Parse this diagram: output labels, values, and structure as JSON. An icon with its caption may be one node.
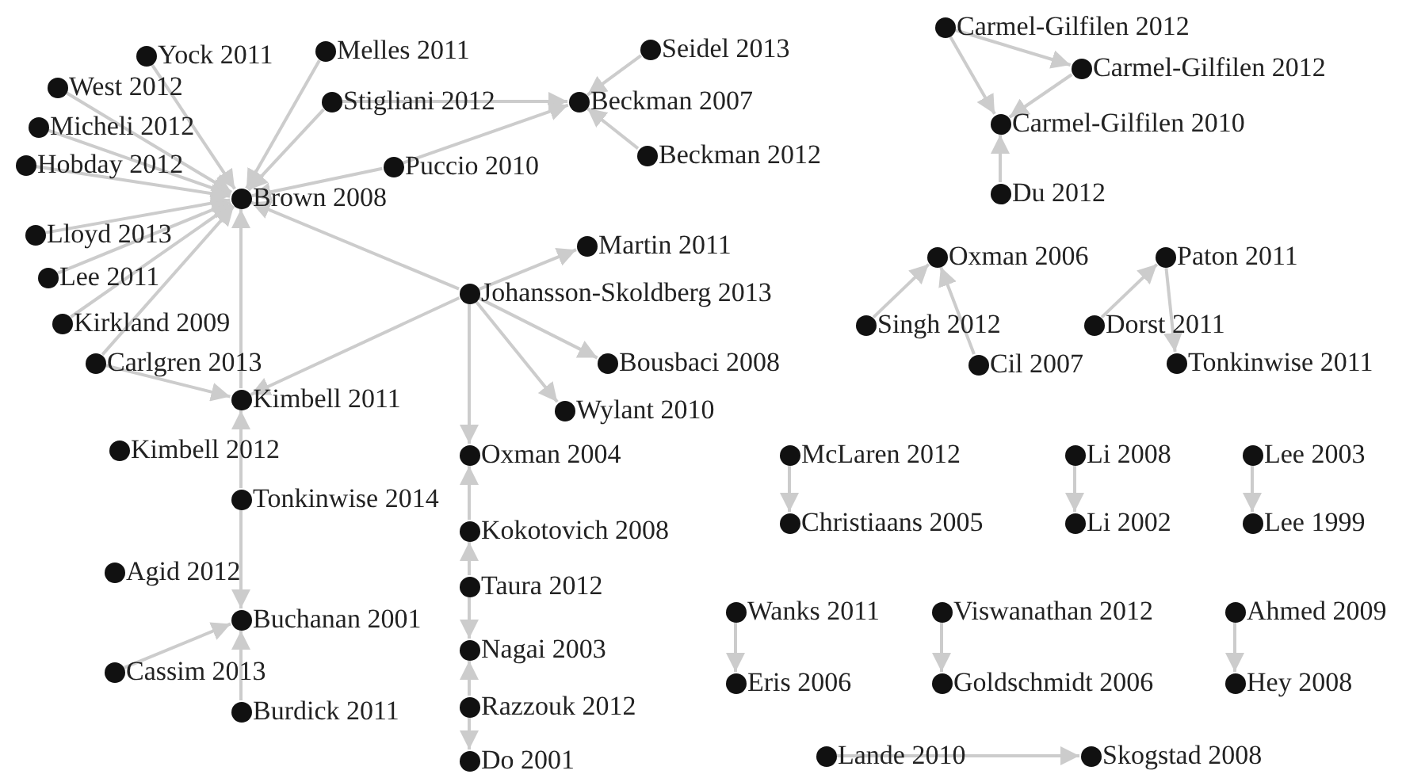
{
  "diagram": {
    "nodes": [
      {
        "text": [
          "Yock 2011"
        ]
      },
      {
        "text": [
          "Melles 2011"
        ]
      },
      {
        "text": [
          "West 2012"
        ]
      },
      {
        "text": [
          "Stigliani 2012"
        ]
      },
      {
        "text": [
          "Seidel 2013"
        ]
      },
      {
        "text": [
          "Beckman 2007"
        ]
      },
      {
        "text": [
          "Micheli 2012"
        ]
      },
      {
        "text": [
          "Hobday 2012"
        ]
      },
      {
        "text": [
          "Puccio 2010"
        ]
      },
      {
        "text": [
          "Beckman 2012"
        ]
      },
      {
        "text": [
          "Brown 2008"
        ]
      },
      {
        "text": [
          "Lloyd 2013"
        ]
      },
      {
        "text": [
          "Lee 2011"
        ]
      },
      {
        "text": [
          "Kirkland 2009"
        ]
      },
      {
        "text": [
          "Carlgren 2013"
        ]
      },
      {
        "text": [
          "Kimbell 2011"
        ]
      },
      {
        "text": [
          "Johansson-Skoldberg 2013"
        ]
      },
      {
        "text": [
          "Martin 2011"
        ]
      },
      {
        "text": [
          "Bousbaci 2008"
        ]
      },
      {
        "text": [
          "Wylant 2010"
        ]
      },
      {
        "text": [
          "Kimbell 2012"
        ]
      },
      {
        "text": [
          "Oxman 2004"
        ]
      },
      {
        "text": [
          "Tonkinwise 2014"
        ]
      },
      {
        "text": [
          "Kokotovich 2008"
        ]
      },
      {
        "text": [
          "Agid 2012"
        ]
      },
      {
        "text": [
          "Taura 2012"
        ]
      },
      {
        "text": [
          "Buchanan 2001"
        ]
      },
      {
        "text": [
          "Nagai 2003"
        ]
      },
      {
        "text": [
          "Cassim 2013"
        ]
      },
      {
        "text": [
          "Razzouk 2012"
        ]
      },
      {
        "text": [
          "Burdick 2011"
        ]
      },
      {
        "text": [
          "Do 2001"
        ]
      },
      {
        "text": [
          "Carmel-Gilfilen 2012"
        ]
      },
      {
        "text": [
          "Carmel-Gilfilen 2012"
        ]
      },
      {
        "text": [
          "Carmel-Gilfilen 2010"
        ]
      },
      {
        "text": [
          "Du 2012"
        ]
      },
      {
        "text": [
          "Oxman 2006"
        ]
      },
      {
        "text": [
          "Paton 2011"
        ]
      },
      {
        "text": [
          "Singh 2012"
        ]
      },
      {
        "text": [
          "Dorst 2011"
        ]
      },
      {
        "text": [
          "Cil 2007"
        ]
      },
      {
        "text": [
          "Tonkinwise 2011"
        ]
      },
      {
        "text": [
          "McLaren 2012"
        ]
      },
      {
        "text": [
          "Li 2008"
        ]
      },
      {
        "text": [
          "Lee 2003"
        ]
      },
      {
        "text": [
          "Christiaans 2005"
        ]
      },
      {
        "text": [
          "Li 2002"
        ]
      },
      {
        "text": [
          "Lee 1999"
        ]
      },
      {
        "text": [
          "Wanks 2011"
        ]
      },
      {
        "text": [
          "Viswanathan 2012"
        ]
      },
      {
        "text": [
          "Ahmed 2009"
        ]
      },
      {
        "text": [
          "Eris 2006"
        ]
      },
      {
        "text": [
          "Goldschmidt 2006"
        ]
      },
      {
        "text": [
          "Hey 2008"
        ]
      },
      {
        "text": [
          "Lande 2010"
        ]
      },
      {
        "text": [
          "Skogstad 2008"
        ]
      }
    ],
    "edges": [
      {
        "from": 0,
        "to": 10,
        "arrow": "to"
      },
      {
        "from": 1,
        "to": 10,
        "arrow": "to"
      },
      {
        "from": 2,
        "to": 10,
        "arrow": "to"
      },
      {
        "from": 3,
        "to": 10,
        "arrow": "to"
      },
      {
        "from": 6,
        "to": 10,
        "arrow": "to"
      },
      {
        "from": 7,
        "to": 10,
        "arrow": "to"
      },
      {
        "from": 8,
        "to": 10,
        "arrow": "to"
      },
      {
        "from": 11,
        "to": 10,
        "arrow": "to"
      },
      {
        "from": 12,
        "to": 10,
        "arrow": "to"
      },
      {
        "from": 13,
        "to": 10,
        "arrow": "to"
      },
      {
        "from": 14,
        "to": 10,
        "arrow": "to"
      },
      {
        "from": 15,
        "to": 10,
        "arrow": "to"
      },
      {
        "from": 16,
        "to": 10,
        "arrow": "to"
      },
      {
        "from": 3,
        "to": 5,
        "arrow": "to"
      },
      {
        "from": 8,
        "to": 5,
        "arrow": "to"
      },
      {
        "from": 4,
        "to": 5,
        "arrow": "to"
      },
      {
        "from": 9,
        "to": 5,
        "arrow": "to"
      },
      {
        "from": 14,
        "to": 15,
        "arrow": "to"
      },
      {
        "from": 16,
        "to": 15,
        "arrow": "to"
      },
      {
        "from": 16,
        "to": 17,
        "arrow": "to"
      },
      {
        "from": 16,
        "to": 18,
        "arrow": "to"
      },
      {
        "from": 16,
        "to": 19,
        "arrow": "to"
      },
      {
        "from": 16,
        "to": 21,
        "arrow": "to"
      },
      {
        "from": 22,
        "to": 15,
        "arrow": "to"
      },
      {
        "from": 22,
        "to": 26,
        "arrow": "to"
      },
      {
        "from": 28,
        "to": 26,
        "arrow": "to"
      },
      {
        "from": 30,
        "to": 26,
        "arrow": "to"
      },
      {
        "from": 23,
        "to": 21,
        "arrow": "to"
      },
      {
        "from": 25,
        "to": 23,
        "arrow": "to"
      },
      {
        "from": 25,
        "to": 27,
        "arrow": "to"
      },
      {
        "from": 29,
        "to": 27,
        "arrow": "to"
      },
      {
        "from": 29,
        "to": 31,
        "arrow": "to"
      },
      {
        "from": 32,
        "to": 33,
        "arrow": "to"
      },
      {
        "from": 32,
        "to": 34,
        "arrow": "to"
      },
      {
        "from": 33,
        "to": 34,
        "arrow": "to"
      },
      {
        "from": 35,
        "to": 34,
        "arrow": "to"
      },
      {
        "from": 38,
        "to": 36,
        "arrow": "to"
      },
      {
        "from": 40,
        "to": 36,
        "arrow": "to"
      },
      {
        "from": 39,
        "to": 37,
        "arrow": "to"
      },
      {
        "from": 37,
        "to": 41,
        "arrow": "to"
      },
      {
        "from": 42,
        "to": 45,
        "arrow": "to"
      },
      {
        "from": 43,
        "to": 46,
        "arrow": "to"
      },
      {
        "from": 44,
        "to": 47,
        "arrow": "to"
      },
      {
        "from": 48,
        "to": 51,
        "arrow": "to"
      },
      {
        "from": 49,
        "to": 52,
        "arrow": "to"
      },
      {
        "from": 50,
        "to": 53,
        "arrow": "to"
      },
      {
        "from": 54,
        "to": 55,
        "arrow": "to"
      }
    ]
  }
}
